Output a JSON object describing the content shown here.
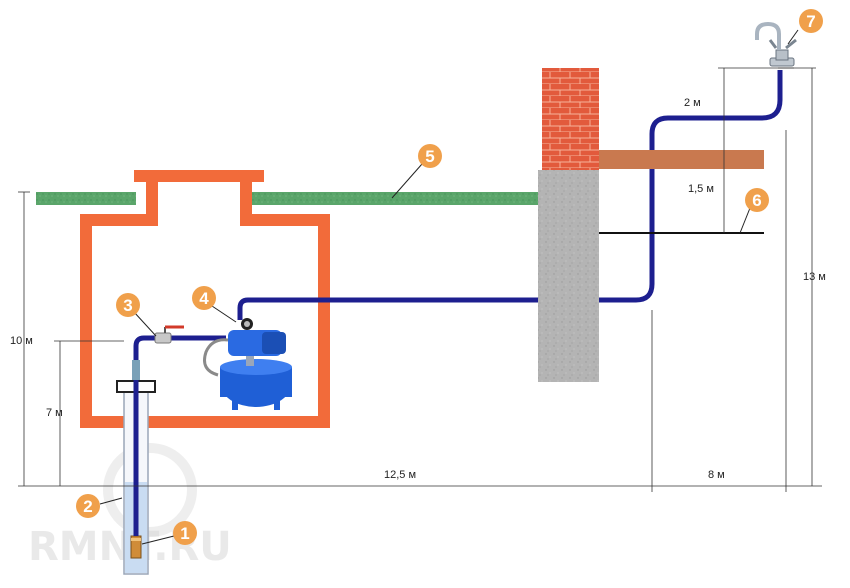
{
  "colors": {
    "ground": "#5aa56a",
    "wall": "#f26b3a",
    "pipe": "#1d1f8f",
    "badge": "#f0a04b",
    "concrete": "#b4b4b4",
    "brick": "#e25a3c",
    "slab": "#c9794f",
    "water": "#c9dcf2",
    "pump": "#1f5fd6"
  },
  "dimensions": {
    "d_10m": "10 м",
    "d_7m": "7 м",
    "d_12_5m": "12,5 м",
    "d_8m": "8 м",
    "d_13m": "13 м",
    "d_2m": "2 м",
    "d_1_5m": "1,5 м"
  },
  "badges": {
    "b1": "1",
    "b2": "2",
    "b3": "3",
    "b4": "4",
    "b5": "5",
    "b6": "6",
    "b7": "7"
  },
  "watermark": "RMNT.RU",
  "icons": {
    "faucet": "faucet-icon",
    "pump": "pump-icon",
    "valve": "ball-valve-icon",
    "submersible_pump": "submersible-pump-icon"
  }
}
